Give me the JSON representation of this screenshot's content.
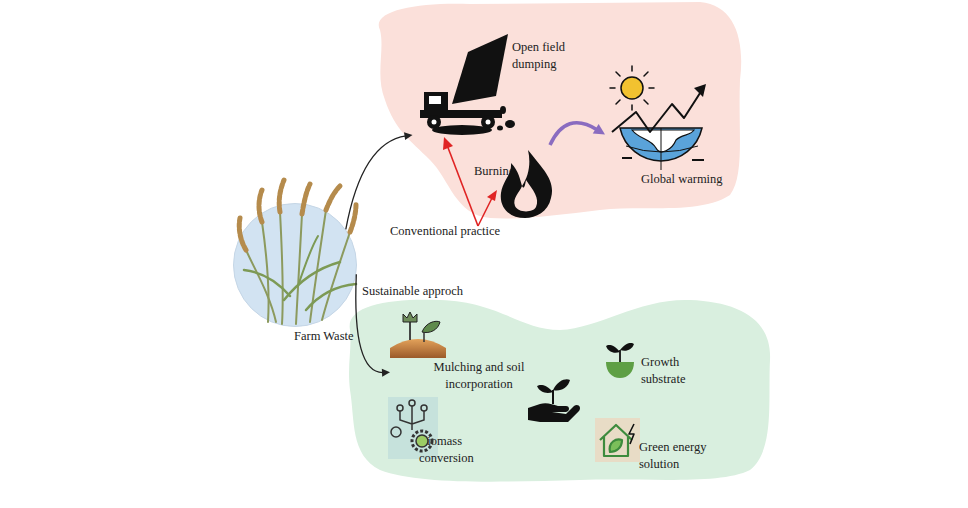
{
  "diagram": {
    "nodes": [
      {
        "text": [
          "Farm Waste"
        ]
      },
      {
        "text": [
          "Open field dumping"
        ]
      },
      {
        "text": [
          "Burning"
        ]
      },
      {
        "text": [
          "Global warming"
        ]
      },
      {
        "text": [
          "Mulching and soil incorporation"
        ]
      },
      {
        "text": [
          "Biomass conversion"
        ]
      },
      {
        "text": [
          "Growth substrate"
        ]
      },
      {
        "text": [
          "Green energy solution"
        ]
      }
    ],
    "edges": [
      {
        "from": 0,
        "to": 1,
        "arrow": "to",
        "label": "Conventional practice"
      },
      {
        "from": 0,
        "to": 4,
        "arrow": "to",
        "label": "Sustainable approch"
      },
      {
        "from": 2,
        "to": 3,
        "arrow": "to"
      }
    ]
  }
}
